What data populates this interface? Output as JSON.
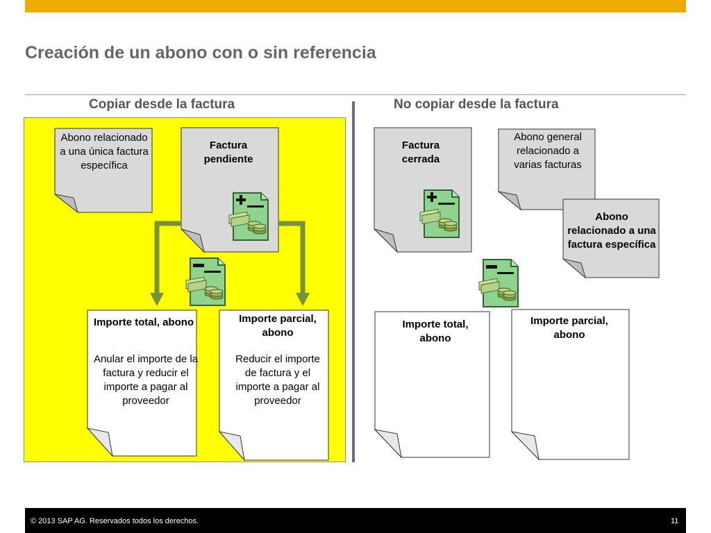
{
  "slide": {
    "title": "Creación de un abono con o sin referencia",
    "left_heading": "Copiar desde la factura",
    "right_heading": "No copiar desde la factura"
  },
  "left": {
    "credit_memo_single": "Abono relacionado a una única factura específica",
    "pending_invoice": "Factura pendiente",
    "total_title": "Importe total, abono",
    "total_desc": "Anular el importe de la factura y reducir el importe a pagar al proveedor",
    "partial_title": "Importe parcial, abono",
    "partial_desc": "Reducir el importe de factura y el importe a pagar al proveedor"
  },
  "right": {
    "closed_invoice": "Factura cerrada",
    "general_credit_memo": "Abono general relacionado a varias facturas",
    "specific_credit_memo": "Abono relacionado a una factura específica",
    "total_title": "Importe total, abono",
    "partial_title": "Importe parcial, abono"
  },
  "footer": {
    "copyright": "©  2013 SAP AG. Reservados todos los derechos.",
    "page": "11"
  },
  "colors": {
    "accent_bar": "#f0ab00",
    "panel_yellow": "#ffff00",
    "arrow_green": "#76923c",
    "icon_green": "#8ed38e"
  },
  "icons": [
    "plus-money-document-icon",
    "minus-money-document-icon"
  ]
}
